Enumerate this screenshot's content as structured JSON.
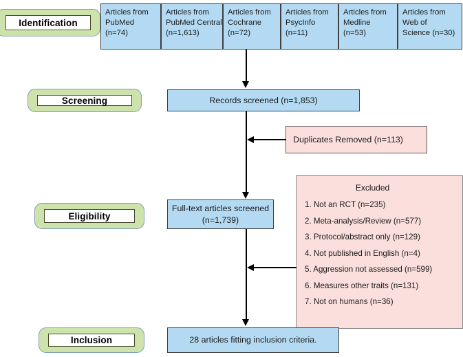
{
  "diagram": {
    "title": "PRISMA study selection flow diagram",
    "colors": {
      "box_blue": "#b3daf2",
      "box_pink": "#fadfdc",
      "stage_green": "#cde3ab",
      "border_dark": "#3f3f3f",
      "arrow": "#000000"
    }
  },
  "stages": [
    {
      "id": "identification",
      "label": "Identification"
    },
    {
      "id": "screening",
      "label": "Screening"
    },
    {
      "id": "eligibility",
      "label": "Eligibility"
    },
    {
      "id": "inclusion",
      "label": "Inclusion"
    }
  ],
  "sources": [
    {
      "name": "PubMed",
      "count": "n=74",
      "line1": "Articles from",
      "line2": "PubMed",
      "line3": "(n=74)"
    },
    {
      "name": "PubMed Central",
      "count": "n=1,613",
      "line1": "Articles from",
      "line2": "PubMed Central",
      "line3": "(n=1,613)"
    },
    {
      "name": "Cochrane",
      "count": "n=72",
      "line1": "Articles from",
      "line2": "Cochrane",
      "line3": "(n=72)"
    },
    {
      "name": "PsycInfo",
      "count": "n=11",
      "line1": "Articles from",
      "line2": "PsycInfo",
      "line3": "(n=11)"
    },
    {
      "name": "Medline",
      "count": "n=53",
      "line1": "Articles from",
      "line2": "Medline",
      "line3": "(n=53)"
    },
    {
      "name": "Web of Science",
      "count": "n=30",
      "line1": "Articles from",
      "line2": "Web of",
      "line3": "Science (n=30)"
    }
  ],
  "nodes": {
    "records_screened": {
      "text": "Records screened (n=1,853)",
      "count": 1853
    },
    "duplicates_removed": {
      "text": "Duplicates Removed (n=113)",
      "count": 113
    },
    "fulltext_screened": {
      "line1": "Full-text articles screened",
      "line2": "(n=1,739)",
      "count": 1739
    },
    "included": {
      "text": "28 articles fitting inclusion criteria.",
      "count": 28
    }
  },
  "excluded": {
    "title": "Excluded",
    "items": [
      {
        "text": "1. Not an RCT (n=235)",
        "reason": "Not an RCT",
        "count": 235
      },
      {
        "text": "2. Meta-analysis/Review (n=577)",
        "reason": "Meta-analysis/Review",
        "count": 577
      },
      {
        "text": "3. Protocol/abstract only (n=129)",
        "reason": "Protocol/abstract only",
        "count": 129
      },
      {
        "text": "4. Not published in English (n=4)",
        "reason": "Not published in English",
        "count": 4
      },
      {
        "text": "5. Aggression not assessed (n=599)",
        "reason": "Aggression not assessed",
        "count": 599
      },
      {
        "text": "6. Measures other traits (n=131)",
        "reason": "Measures other traits",
        "count": 131
      },
      {
        "text": "7. Not on humans (n=36)",
        "reason": "Not on humans",
        "count": 36
      }
    ]
  }
}
